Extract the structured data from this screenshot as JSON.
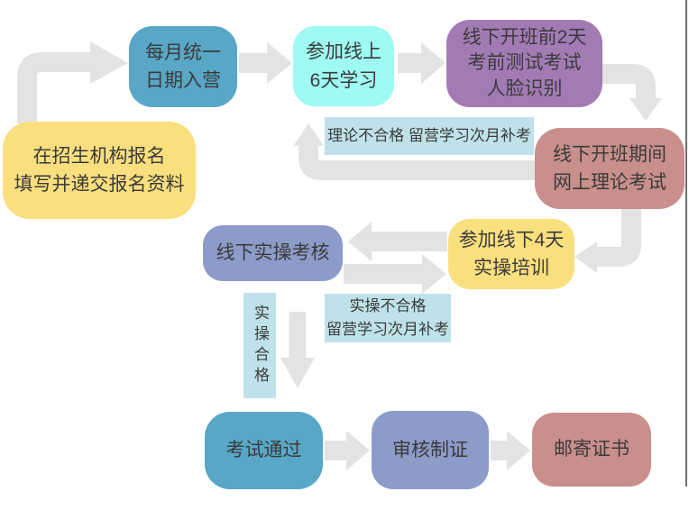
{
  "diagram": {
    "type": "flowchart",
    "background": "#ffffff",
    "colors": {
      "blue": "#58a7c6",
      "cyan": "#9efaf2",
      "purple": "#a27bb5",
      "yellow": "#fadf7f",
      "rose": "#c98f8c",
      "periwinkle": "#8d9bc9",
      "label_cyan": "#bfe2ea",
      "arrow_gray": "#e3e3e3",
      "text": "#3b3b3b",
      "edge_line": "#6e6e6e"
    },
    "nodes": {
      "register": {
        "line1": "在招生机构报名",
        "line2": "填写并递交报名资料",
        "bg": "#fadf7f"
      },
      "entry": {
        "line1": "每月统一",
        "line2": "日期入营",
        "bg": "#58a7c6"
      },
      "online": {
        "line1": "参加线上",
        "line2": "6天学习",
        "bg": "#9efaf2"
      },
      "pretest": {
        "line1": "线下开班前2天",
        "line2": "考前测试考试",
        "line3": "人脸识别",
        "bg": "#a27bb5"
      },
      "theory": {
        "line1": "线下开班期间",
        "line2": "网上理论考试",
        "bg": "#c98f8c"
      },
      "training": {
        "line1": "参加线下4天",
        "line2": "实操培训",
        "bg": "#fadf7f"
      },
      "assess": {
        "line1": "线下实操考核",
        "bg": "#8d9bc9"
      },
      "pass": {
        "line1": "考试通过",
        "bg": "#58a7c6"
      },
      "cert": {
        "line1": "审核制证",
        "bg": "#8d9bc9"
      },
      "mail": {
        "line1": "邮寄证书",
        "bg": "#c98f8c"
      }
    },
    "labels": {
      "theory_fail": {
        "text": "理论不合格 留营学习次月补考",
        "bg": "#bfe2ea"
      },
      "practical_fail": {
        "line1": "实操不合格",
        "line2": "留营学习次月补考",
        "bg": "#bfe2ea"
      },
      "practical_pass": {
        "text": "实操合格",
        "bg": "#bfe2ea"
      }
    }
  }
}
